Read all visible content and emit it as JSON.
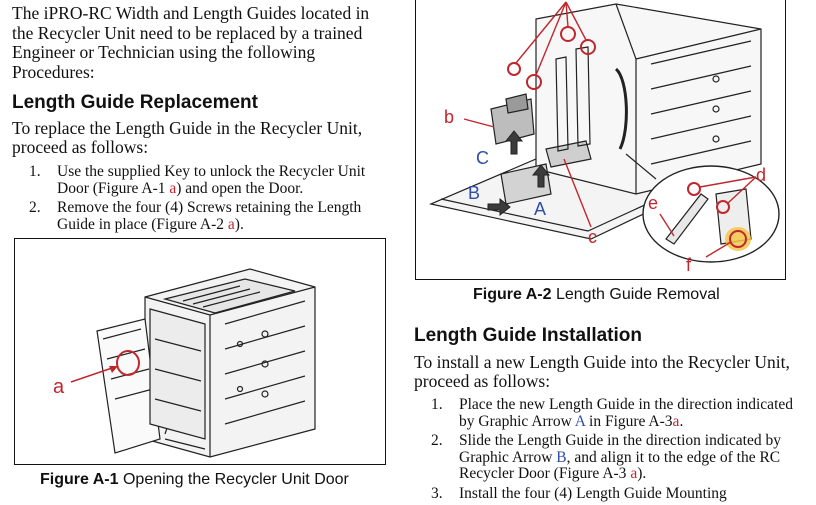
{
  "intro_text": "The iPRO-RC Width and Length Guides located in the Recycler Unit need to be replaced by a trained Engineer or Technician using the following Procedures:",
  "replacement": {
    "heading": "Length Guide Replacement",
    "lead": "To replace the Length Guide in the Recycler Unit, proceed as follows:",
    "steps": [
      {
        "num": "1.",
        "text_before": "Use the supplied Key to unlock the Recycler Unit Door (Figure A-1 ",
        "ref": "a",
        "text_after": ") and open the Door."
      },
      {
        "num": "2.",
        "text_before": "Remove the four (4) Screws retaining the Length Guide in place (Figure A-2 ",
        "ref": "a",
        "text_after": ")."
      }
    ]
  },
  "figure_a1": {
    "caption_label": "Figure A-1",
    "caption_text": "Opening the Recycler Unit Door",
    "callout": "a"
  },
  "figure_a2": {
    "caption_label": "Figure A-2",
    "caption_text": "Length Guide Removal",
    "callouts": {
      "b": "b",
      "c": "c",
      "d": "d",
      "e": "e",
      "f": "f"
    },
    "arrows": {
      "A": "A",
      "B": "B",
      "C": "C"
    }
  },
  "installation": {
    "heading": "Length Guide Installation",
    "lead": "To install a new Length Guide into the Recycler Unit, proceed as follows:",
    "steps": [
      {
        "num": "1.",
        "text_before": "Place the new Length Guide in the direction indicated by Graphic Arrow ",
        "arrow": "A",
        "text_mid": " in Figure A-3",
        "ref": "a",
        "text_after": "."
      },
      {
        "num": "2.",
        "text_before": "Slide the Length Guide in the direction indicated by Graphic Arrow ",
        "arrow": "B",
        "text_mid": ", and align it to the edge of the RC Recycler Door (Figure A-3 ",
        "ref": "a",
        "text_after": ")."
      },
      {
        "num": "3.",
        "text_before": "Install the four (4) Length Guide Mounting",
        "arrow": "",
        "text_mid": "",
        "ref": "",
        "text_after": ""
      }
    ]
  },
  "colors": {
    "callout_red": "#c0272d",
    "arrow_blue": "#2f4ea8",
    "line": "#111111"
  }
}
